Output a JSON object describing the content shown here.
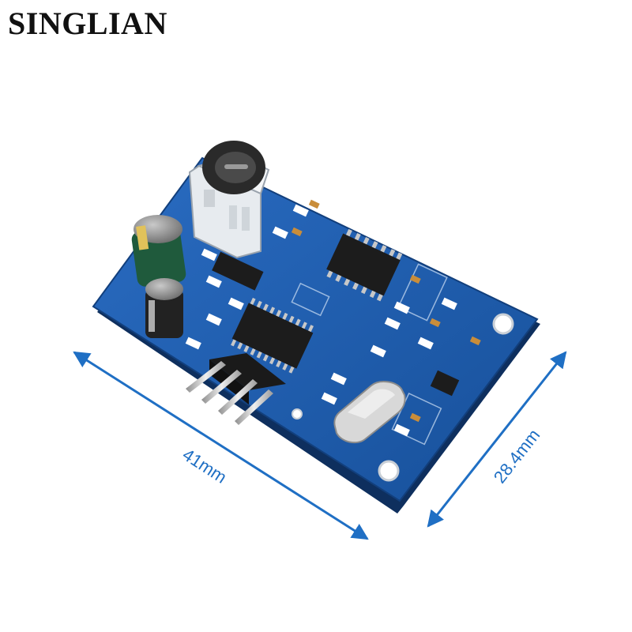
{
  "brand": {
    "name": "SINGLIAN"
  },
  "dimensions": {
    "length_label": "41mm",
    "width_label": "28.4mm"
  },
  "colors": {
    "pcb": "#1f5fb0",
    "pcb_dark": "#123f7c",
    "pcb_edge": "#0e2f5e",
    "dimension": "#1f6fc4",
    "chip": "#1c1c1c",
    "pin": "#c8c8c8",
    "crystal": "#d8d8d8",
    "capacitor": "#1f5a3c"
  },
  "icons": [
    "ic-chip-icon",
    "crystal-oscillator-icon",
    "capacitor-icon",
    "header-pin-icon",
    "dimension-arrow-icon",
    "mounting-hole-icon"
  ]
}
